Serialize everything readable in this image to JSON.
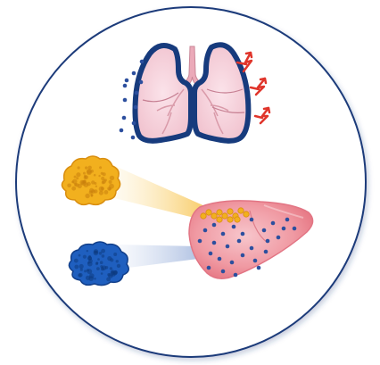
{
  "figure": {
    "panels": [
      {
        "id": "lungs",
        "name": "lungs-illustration",
        "icon": "lungs-icon"
      },
      {
        "id": "liver",
        "name": "liver-illustration",
        "icon": "liver-icon"
      },
      {
        "id": "protein-orange",
        "name": "protein-orange",
        "icon": "protein-blob-icon"
      },
      {
        "id": "protein-blue",
        "name": "protein-blue",
        "icon": "protein-blob-icon"
      }
    ],
    "colors": {
      "circle_outline": "#1b3a7a",
      "lung_outline": "#173b7d",
      "lung_fill": "#f3c7d2",
      "trachea": "#e8a3b3",
      "arrows": "#e0352b",
      "protein_orange": "#f2b01e",
      "protein_blue": "#1f5fbf",
      "liver_fill": "#f08d97",
      "dots": "#2c4f9e"
    }
  }
}
